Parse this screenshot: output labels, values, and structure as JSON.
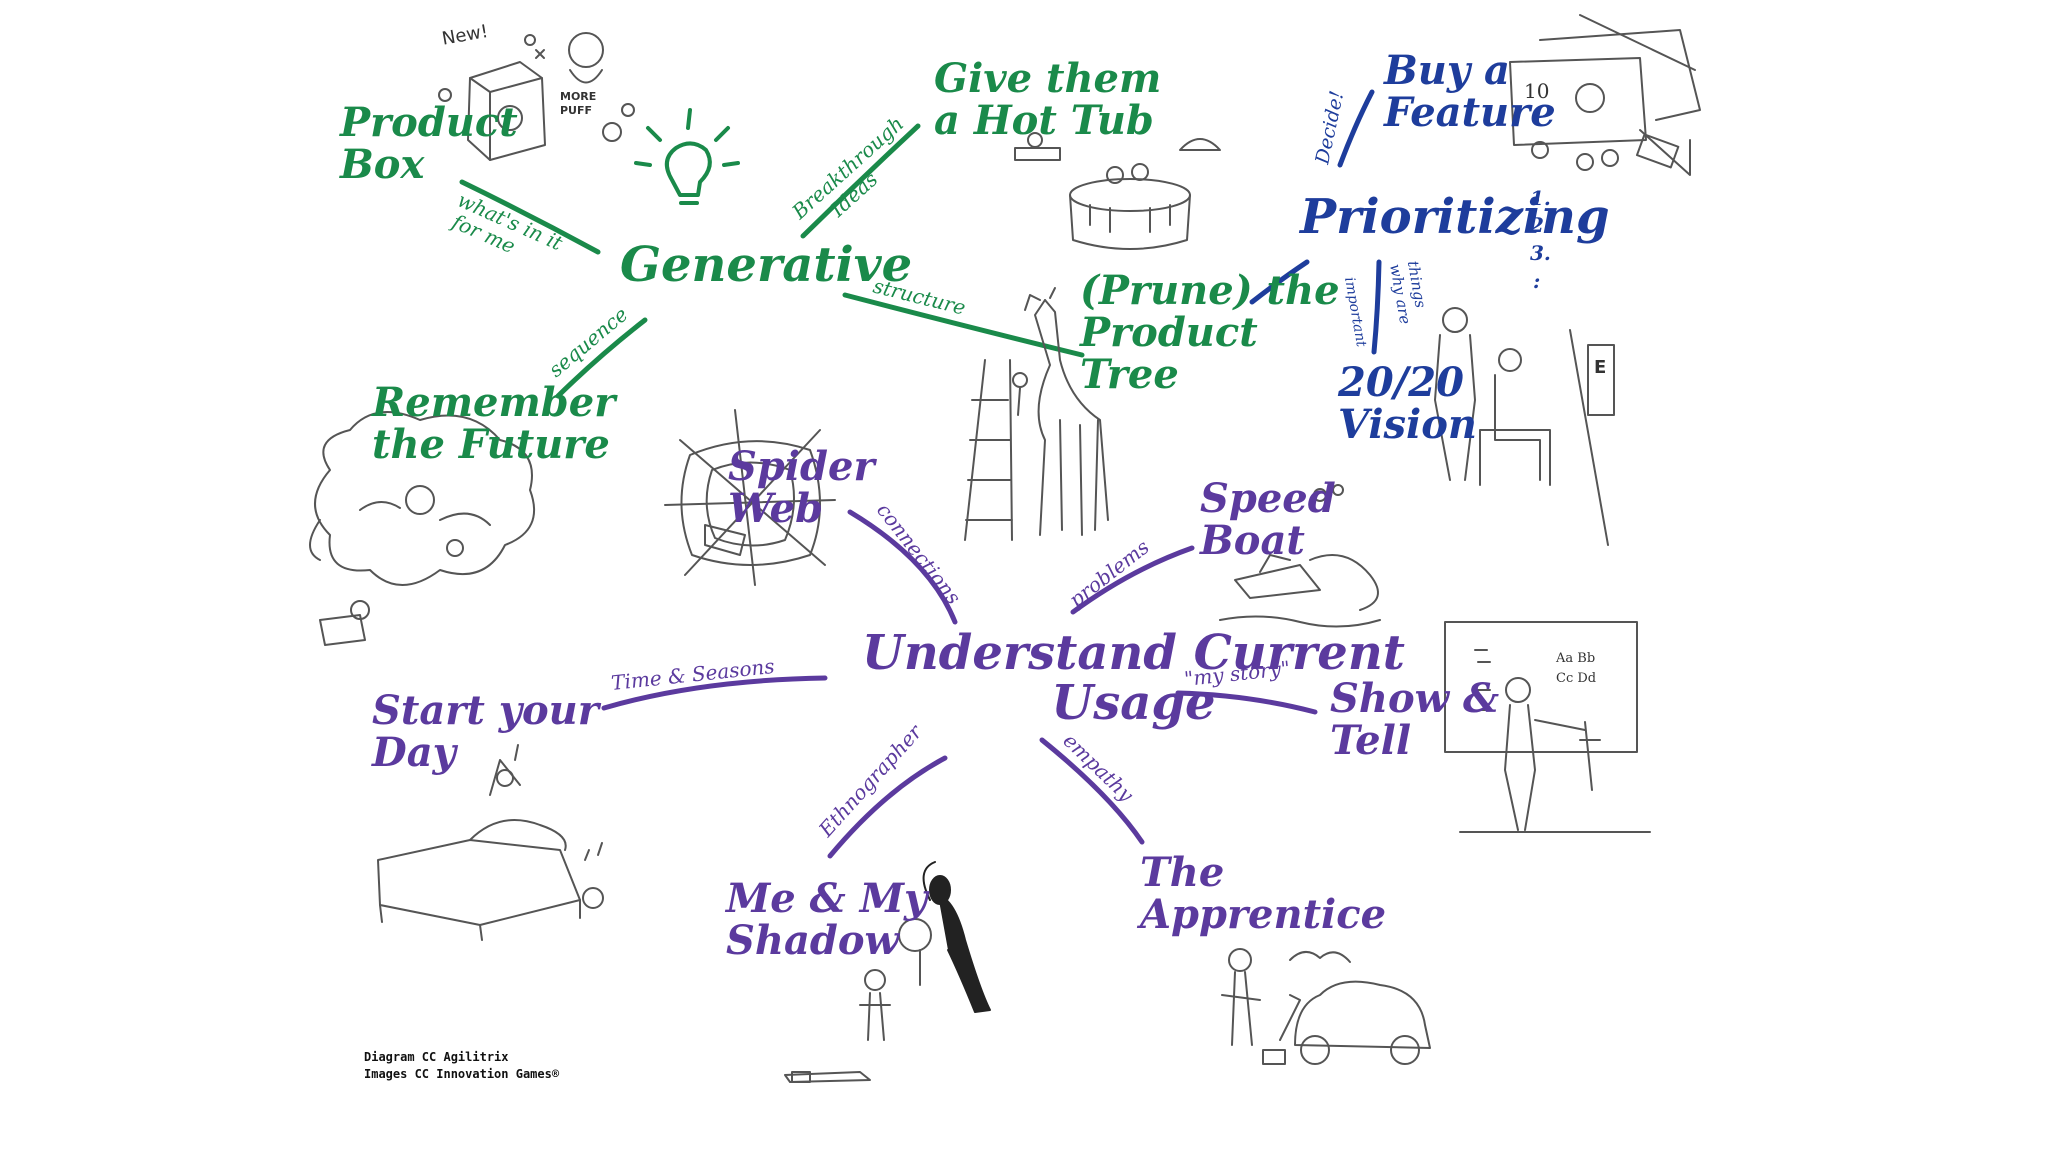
{
  "colors": {
    "generative": "#1a8a4a",
    "prioritizing": "#1e3d9c",
    "understand": "#5b3a9e",
    "sketch": "#555555"
  },
  "hubs": {
    "generative": "Generative",
    "prioritizing": "Prioritizing",
    "understand": "Understand Current\nUsage"
  },
  "games": {
    "product_box": "Product\nBox",
    "hot_tub": "Give them\na Hot Tub",
    "buy_feature": "Buy a\nFeature",
    "prune_tree": "(Prune) the\nProduct\nTree",
    "remember_future": "Remember\nthe Future",
    "vision": "20/20\nVision",
    "spider_web": "Spider\nWeb",
    "speed_boat": "Speed\nBoat",
    "start_day": "Start your\nDay",
    "show_tell": "Show &\nTell",
    "me_shadow": "Me & My\nShadow",
    "apprentice": "The\nApprentice"
  },
  "branch_labels": {
    "whats_in_it": "what's in it\nfor me",
    "breakthrough": "Breakthrough\nIdeas",
    "structure": "structure",
    "sequence": "sequence",
    "decide": "Decide!",
    "why_are": "why are\nthings",
    "important": "important",
    "connections": "connections",
    "problems": "problems",
    "time_seasons": "Time & Seasons",
    "my_story": "\"my story\"",
    "ethnographer": "Ethnographer",
    "empathy": "empathy"
  },
  "list_marks": [
    "1.",
    "2.",
    "3.",
    ":"
  ],
  "sketch_text": {
    "new": "New!",
    "more_puff": "MORE\nPUFF",
    "bill_value": "10",
    "eye_chart": "E",
    "board_letters": "Aa Bb\nCc Dd"
  },
  "credits": {
    "line1": "Diagram CC Agilitrix",
    "line2": "Images CC Innovation Games®"
  }
}
